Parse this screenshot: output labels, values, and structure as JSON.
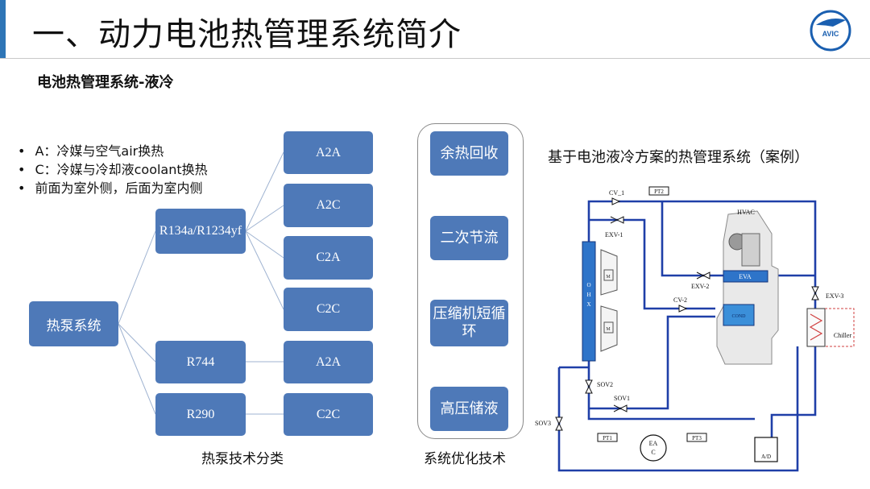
{
  "header": {
    "title": "一、动力电池热管理系统简介",
    "logo_text": "AVIC"
  },
  "section": {
    "subtitle": "电池热管理系统-液冷"
  },
  "bullets": [
    "A：冷媒与空气air换热",
    "C：冷媒与冷却液coolant换热",
    "前面为室外侧，后面为室内侧"
  ],
  "tree": {
    "root": "热泵系统",
    "refrigerants": [
      "R134a/R1234yf",
      "R744",
      "R290"
    ],
    "modes": [
      "A2A",
      "A2C",
      "C2A",
      "C2C",
      "A2A",
      "C2C"
    ],
    "caption": "热泵技术分类"
  },
  "optimization": {
    "items": [
      "余热回收",
      "二次节流",
      "压缩机短循环",
      "高压储液"
    ],
    "caption": "系统优化技术"
  },
  "schematic": {
    "title": "基于电池液冷方案的热管理系统（案例）",
    "labels": {
      "cv1": "CV_1",
      "pt2": "PT2",
      "exv1": "EXV-1",
      "hvac": "HVAC",
      "ohx": [
        "O",
        "H",
        "X"
      ],
      "m1": "M",
      "m2": "M",
      "exv2": "EXV-2",
      "eva": "EVA",
      "cv2": "CV-2",
      "cond": "COND",
      "exv3": "EXV-3",
      "chiller": "Chiller",
      "sov2": "SOV2",
      "sov1": "SOV1",
      "sov3": "SOV3",
      "pt1": "PT1",
      "eac": [
        "EA",
        "C"
      ],
      "pt3": "PT3",
      "ad": "A/D"
    },
    "colors": {
      "line": "#1F3FA8",
      "component": "#2E74C9",
      "chiller_dash": "#d04040"
    }
  },
  "colors": {
    "accent": "#2E75B6",
    "node_fill": "#4E79B8"
  }
}
